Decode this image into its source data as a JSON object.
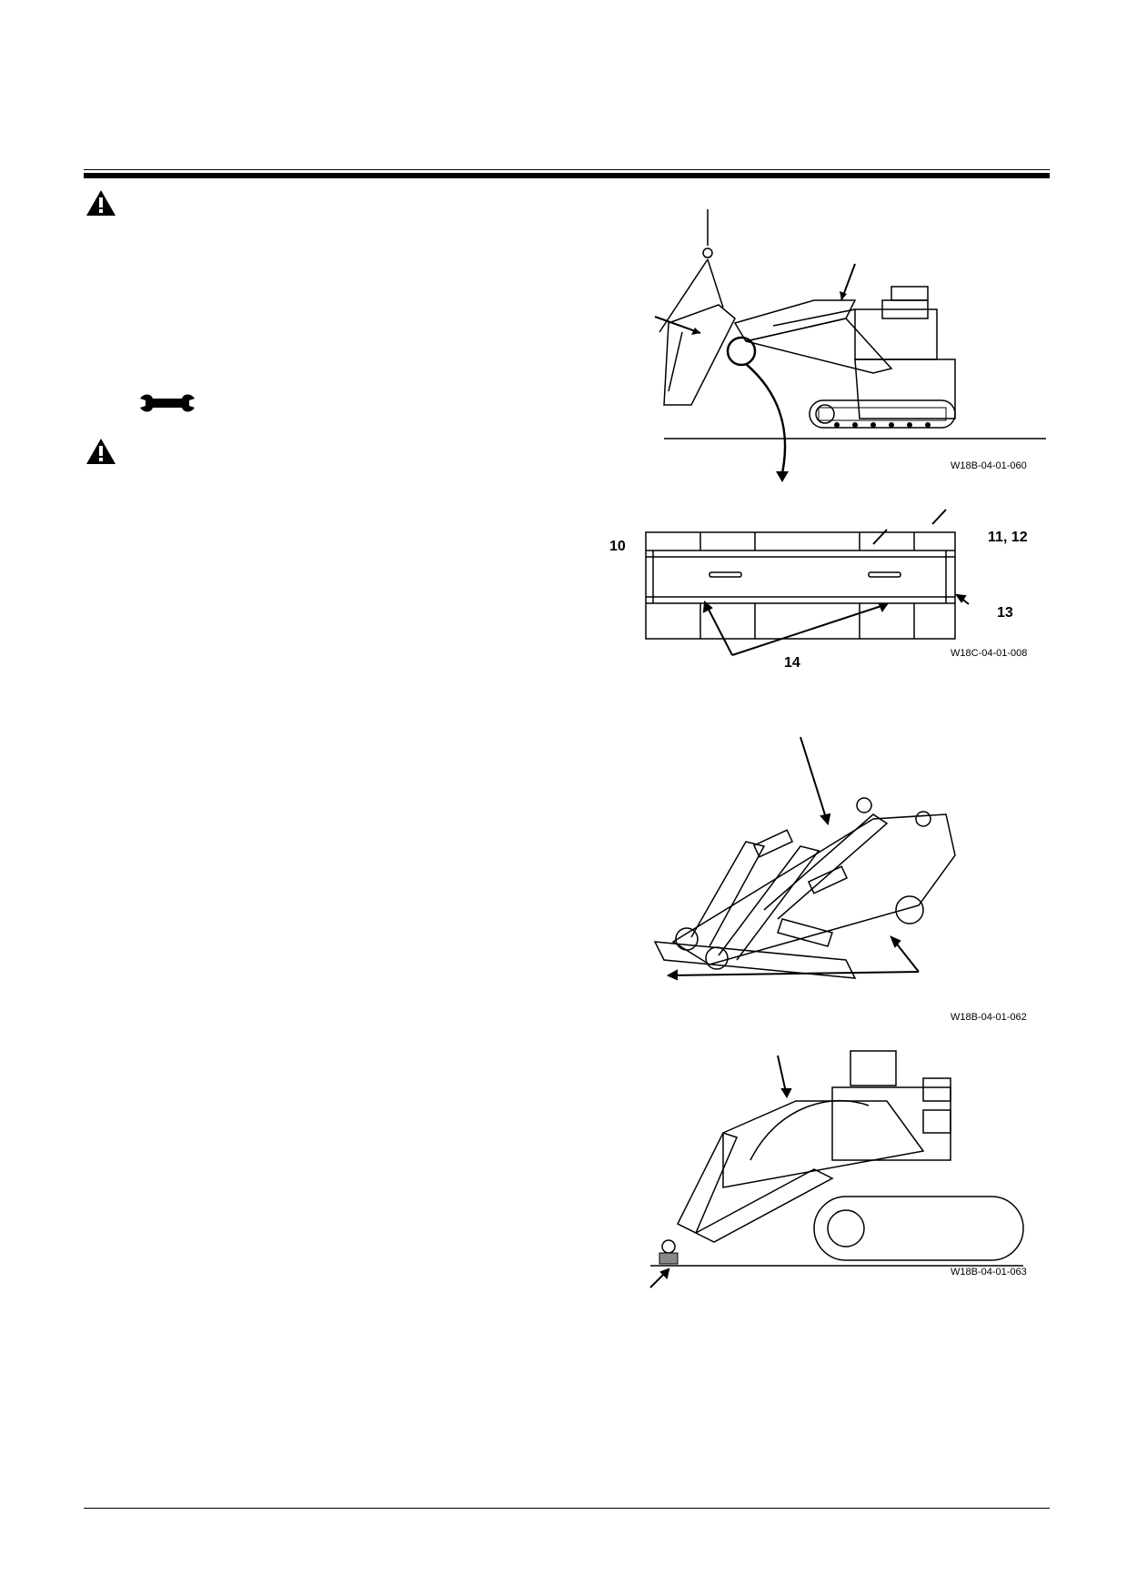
{
  "figures": [
    {
      "id": "W18B-04-01-060"
    },
    {
      "id": "W18C-04-01-008",
      "labels": [
        "10",
        "11, 12",
        "13",
        "14"
      ]
    },
    {
      "id": "W18B-04-01-062"
    },
    {
      "id": "W18B-04-01-063"
    }
  ],
  "icons": [
    "warning-icon",
    "wrench-icon"
  ]
}
